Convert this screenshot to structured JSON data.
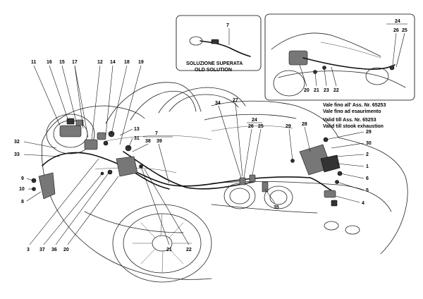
{
  "inset_old_solution": {
    "part_number": "7",
    "title_it": "SOLUZIONE SUPERATA",
    "title_en": "OLD SOLUTION"
  },
  "inset_valid_till": {
    "group_number": "24",
    "callouts": [
      "26",
      "25",
      "20",
      "21",
      "23",
      "22"
    ],
    "note_lines": [
      "Vale fino all' Ass. Nr. 65253",
      "Vale fino ad esaurimento",
      "Valid till Ass. Nr. 65253",
      "Valid till stook exhaustion"
    ]
  },
  "callouts": {
    "c11": "11",
    "c16": "16",
    "c15": "15",
    "c17": "17",
    "c12": "12",
    "c14": "14",
    "c18": "18",
    "c19": "19",
    "c13": "13",
    "c31": "31",
    "c7": "7",
    "c38": "38",
    "c39": "39",
    "c32": "32",
    "c33": "33",
    "c9": "9",
    "c10": "10",
    "c8": "8",
    "c3": "3",
    "c37": "37",
    "c36": "36",
    "c20": "20",
    "c21": "21",
    "c22": "22",
    "c34": "34",
    "c27": "27",
    "c24": "24",
    "c26": "26",
    "c25": "25",
    "c29a": "29",
    "c28": "28",
    "c29b": "29",
    "c30": "30",
    "c2": "2",
    "c1": "1",
    "c6": "6",
    "c5": "5",
    "c4": "4",
    "c35": "35"
  }
}
